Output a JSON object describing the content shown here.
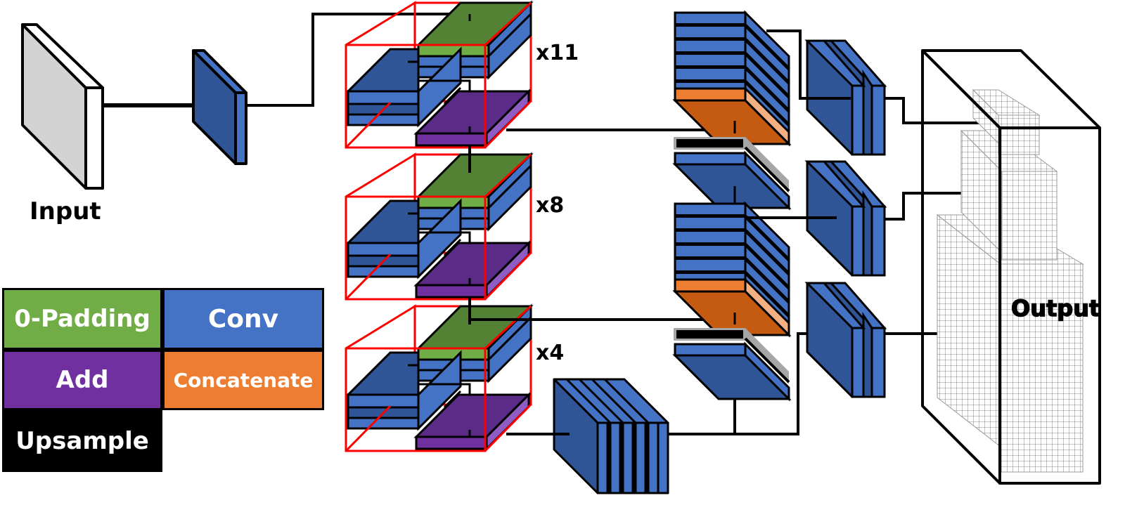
{
  "labels": {
    "input": "Input",
    "output": "Output",
    "repeat_top": "x11",
    "repeat_mid": "x8",
    "repeat_bot": "x4"
  },
  "legend": [
    {
      "label": "0-Padding",
      "color": "#70AD47"
    },
    {
      "label": "Conv",
      "color": "#4472C4"
    },
    {
      "label": "Add",
      "color": "#7030A0"
    },
    {
      "label": "Concatenate",
      "color": "#ED7D31"
    },
    {
      "label": "Upsample",
      "color": "#000000"
    }
  ],
  "colors": {
    "conv": "#4472C4",
    "conv_dark": "#2F5597",
    "padding": "#70AD47",
    "add": "#7030A0",
    "concat": "#ED7D31",
    "upsample": "#000000",
    "block_frame": "#FF0000"
  }
}
